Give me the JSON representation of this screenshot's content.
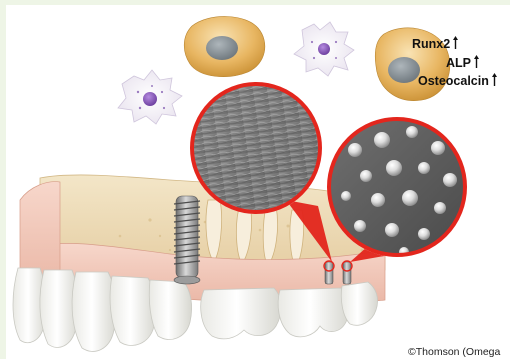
{
  "markers": [
    {
      "label": "Runx2",
      "direction": "up"
    },
    {
      "label": "ALP",
      "direction": "up"
    },
    {
      "label": "Osteocalcin",
      "direction": "up"
    }
  ],
  "credit": "©Thomson (Omega",
  "colors": {
    "osteoblast_body": "#e5b35a",
    "nucleus": "#8a9398",
    "cell_purple": "#8a58b8",
    "pointer_red": "#e3261d",
    "gum_pink": "#f0c6b8",
    "bone_cream": "#eed8b0",
    "sem_gray": "#8c8c8c"
  },
  "icons": [
    "osteoblast-cell-icon",
    "macrophage-cell-icon",
    "dental-implant-icon",
    "sem-texture-icon",
    "sem-particles-icon"
  ]
}
